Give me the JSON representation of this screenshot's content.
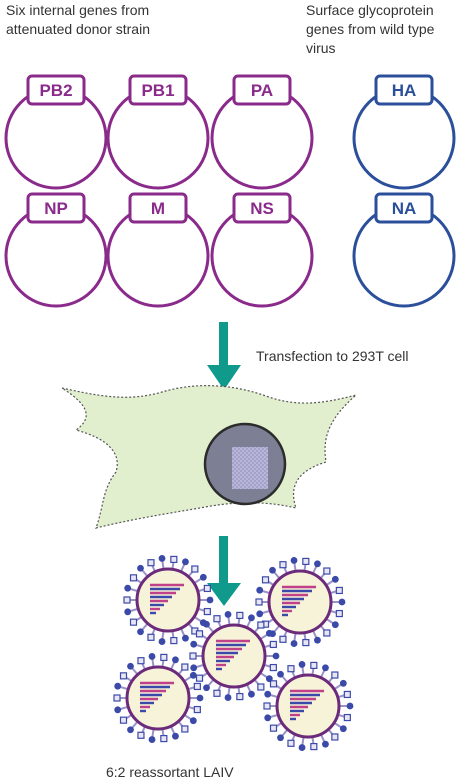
{
  "captions": {
    "donor_line1": "Six internal genes from",
    "donor_line2": "attenuated donor strain",
    "wild_line1": "Surface glycoprotein",
    "wild_line2": "genes from wild type",
    "wild_line3": "virus",
    "transfection": "Transfection to 293T cell",
    "result": "6:2 reassortant LAIV"
  },
  "internal_genes": [
    "PB2",
    "PB1",
    "PA",
    "NP",
    "M",
    "NS"
  ],
  "surface_genes": [
    "HA",
    "NA"
  ],
  "colors": {
    "donor": "#8a2a8a",
    "wild": "#2b4f9a",
    "arrow": "#0f9a8c",
    "cell_fill": "#e2efcf",
    "nucleus": "#7d7f95",
    "virion_fill": "#f6f3d8",
    "virion_stroke": "#6b2a7a",
    "spike": "#3b4aa8"
  }
}
